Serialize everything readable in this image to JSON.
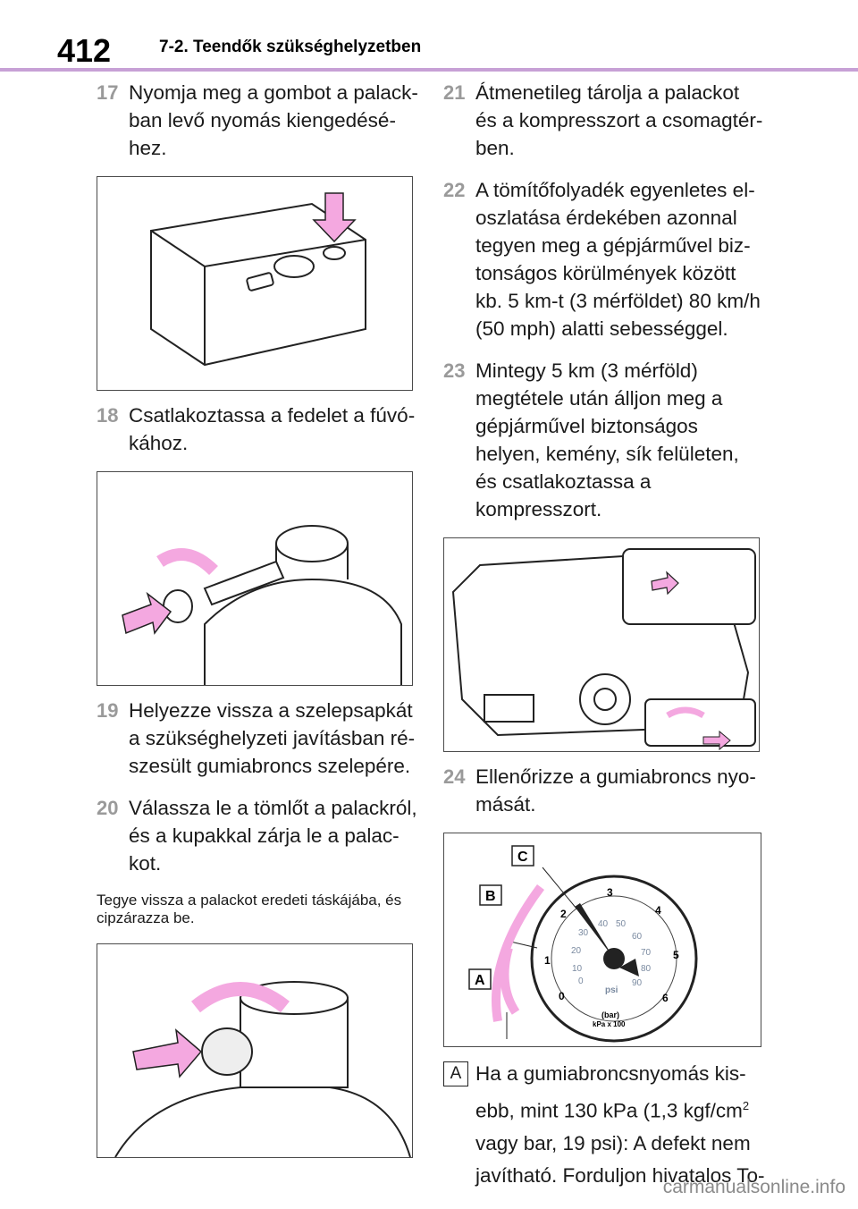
{
  "header": {
    "page_number": "412",
    "section_title": "7-2. Teendők szükséghelyzetben"
  },
  "steps": [
    {
      "num": "17",
      "text": "Nyomja meg a gombot a palack­ban levő nyomás kiengedésé­hez."
    },
    {
      "num": "18",
      "text": "Csatlakoztassa a fedelet a fúvó­kához."
    },
    {
      "num": "19",
      "text": "Helyezze vissza a szelepsapkát a szükséghelyzeti javításban ré­szesült gumiabroncs szelepére."
    },
    {
      "num": "20",
      "text": "Válassza le a tömlőt a palackról, és a kupakkal zárja le a palac­kot."
    },
    {
      "num": "21",
      "text": "Átmenetileg tárolja a palackot és a kompresszort a csomagtér­ben."
    },
    {
      "num": "22",
      "text": "A tömítőfolyadék egyenletes el­oszlatása érdekében azonnal tegyen meg a gépjárművel biz­tonságos körülmények között kb. 5 km-t (3 mérföldet) 80 km/h (50 mph) alatti sebességgel."
    },
    {
      "num": "23",
      "text": "Mintegy 5 km (3 mérföld) megté­tele után álljon meg a gépjármű­vel biztonságos helyen, kemény, sík felületen, és csatlakoztassa a kompresszort."
    },
    {
      "num": "24",
      "text": "Ellenőrizze a gumiabroncs nyo­mását."
    }
  ],
  "note": "Tegye vissza a palackot eredeti táská­jába, és cipzárazza be.",
  "gauge": {
    "labels": {
      "A": "A",
      "B": "B",
      "C": "C"
    },
    "bar_ticks": [
      "0",
      "1",
      "2",
      "3",
      "4",
      "5",
      "6"
    ],
    "psi_ticks": [
      "0",
      "10",
      "20",
      "30",
      "40",
      "50",
      "60",
      "70",
      "80",
      "90"
    ],
    "unit_psi": "psi",
    "unit_bar": "(bar)",
    "unit_kpa": "kPa x 100"
  },
  "callout_A": {
    "badge": "A",
    "text_before_sup": "Ha a gumiabroncsnyomás kis­ebb, mint 130 kPa (1,3 kgf/cm",
    "sup": "2",
    "text_after_sup": " vagy bar, 19 psi): A defekt nem javítható. Forduljon hivatalos To-"
  },
  "watermark": "carmanualsonline.info",
  "colors": {
    "accent_rule": "#c7a1d6",
    "arrow_fill": "#f4a8e0",
    "step_number": "#9a9a9a"
  }
}
